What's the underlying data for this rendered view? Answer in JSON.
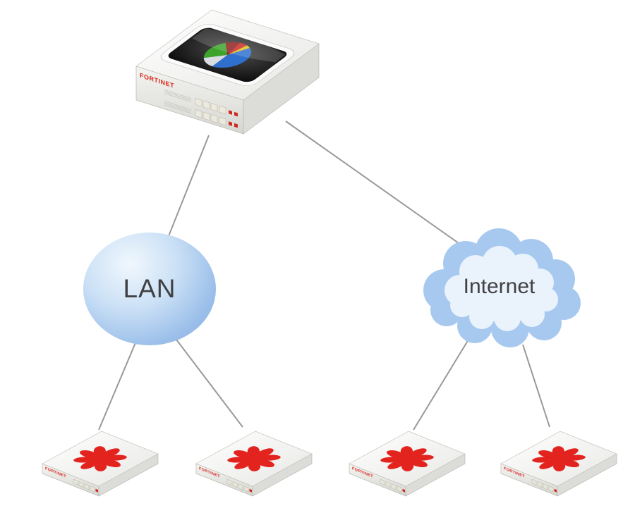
{
  "diagram": {
    "type": "network-topology",
    "nodes": {
      "top_device": {
        "kind": "appliance",
        "brand": "FORTINET"
      },
      "lan": {
        "kind": "network",
        "label": "LAN"
      },
      "internet": {
        "kind": "cloud",
        "label": "Internet"
      },
      "gateways": [
        {
          "kind": "appliance",
          "brand": "FORTINET"
        },
        {
          "kind": "appliance",
          "brand": "FORTINET"
        },
        {
          "kind": "appliance",
          "brand": "FORTINET"
        },
        {
          "kind": "appliance",
          "brand": "FORTINET"
        }
      ]
    },
    "edges": [
      {
        "from": "top_device",
        "to": "lan"
      },
      {
        "from": "top_device",
        "to": "internet"
      },
      {
        "from": "lan",
        "to": "gateway-1"
      },
      {
        "from": "lan",
        "to": "gateway-2"
      },
      {
        "from": "internet",
        "to": "gateway-3"
      },
      {
        "from": "internet",
        "to": "gateway-4"
      }
    ],
    "colors": {
      "line": "#98999b",
      "brand_red": "#da291c",
      "logo_red": "#e3231e",
      "lan_blue": "#7fa9dd",
      "cloud_blue": "#a7c9ef",
      "label_gray": "#414042"
    }
  }
}
